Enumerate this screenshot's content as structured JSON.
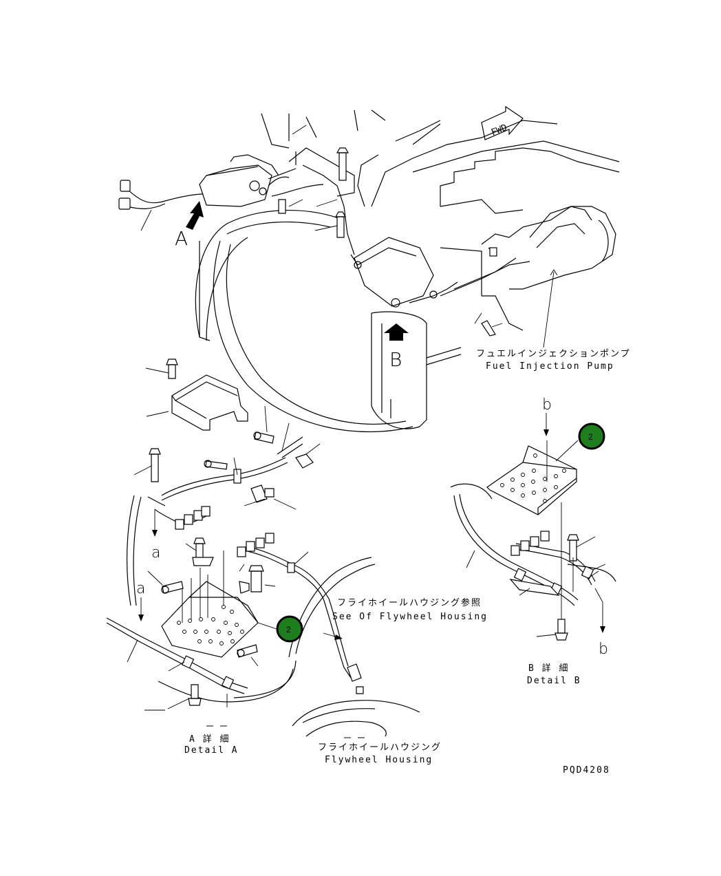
{
  "callouts": {
    "A": "A",
    "B": "B",
    "a_upper": "a",
    "a_lower": "a",
    "b_upper": "b",
    "b_lower": "b",
    "fwd": "FWD"
  },
  "labels": {
    "fuel_pump_jp": "フュエルインジェクションポンプ",
    "fuel_pump_en": "Fuel Injection Pump",
    "see_flywheel_jp": "フライホイールハウジング参照",
    "see_flywheel_en": "See Of Flywheel Housing",
    "detail_a_jp": "A 詳 細",
    "detail_a_en": "Detail A",
    "detail_b_jp": "B 詳 細",
    "detail_b_en": "Detail B",
    "flywheel_jp": "フライホイールハウジング",
    "flywheel_en": "Flywheel Housing",
    "drawing_code": "PQD4208"
  },
  "badges": [
    {
      "id": "part-2-detail-b",
      "text": "2"
    },
    {
      "id": "part-2-detail-a",
      "text": "2"
    }
  ],
  "colors": {
    "badge_fill": "#1e7e1e",
    "line": "#000000",
    "background": "#ffffff"
  }
}
